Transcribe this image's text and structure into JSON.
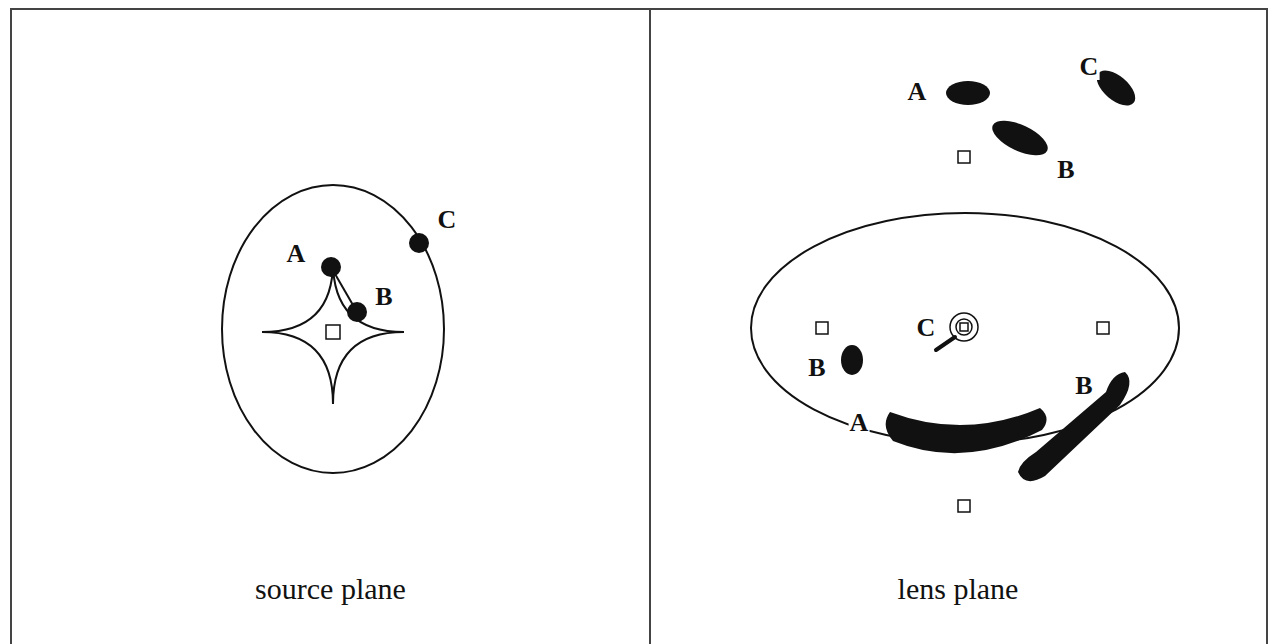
{
  "diagram": {
    "nodes": [
      {
        "text": [
          "source plane"
        ]
      },
      {
        "text": [
          "lens plane"
        ]
      }
    ],
    "labels": [
      "A",
      "B",
      "C",
      "A",
      "C",
      "B",
      "C",
      "B",
      "B",
      "A"
    ]
  }
}
